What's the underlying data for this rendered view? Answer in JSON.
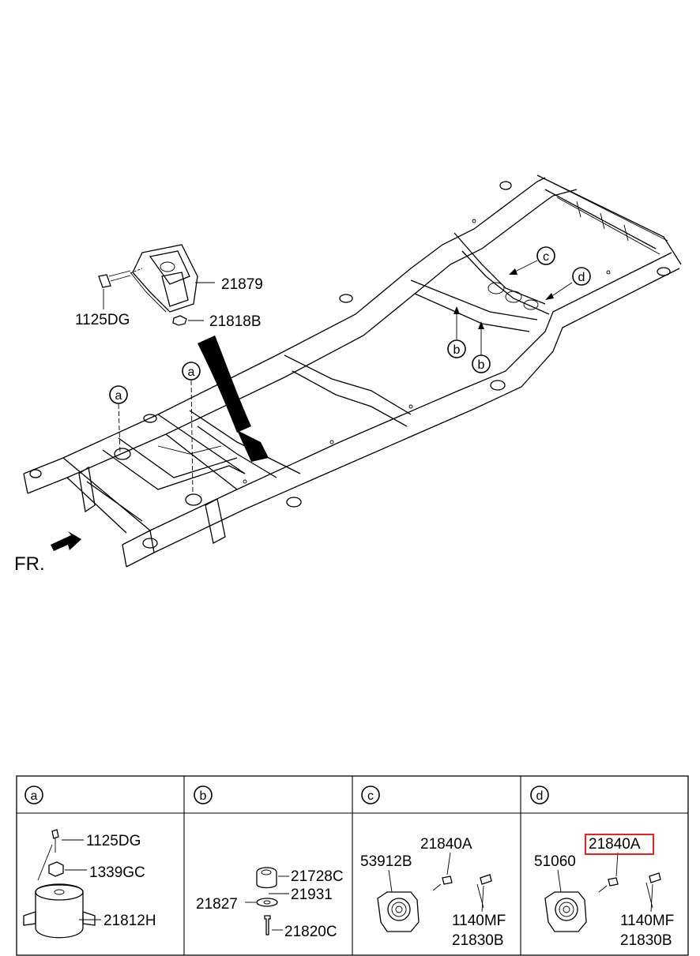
{
  "main_callouts": {
    "bracket_bolt": "1125DG",
    "bracket": "21879",
    "bracket_nut": "21818B",
    "front_arrow": "FR."
  },
  "circle_refs": {
    "a": "a",
    "b": "b",
    "c": "c",
    "d": "d"
  },
  "table": {
    "headers": [
      "a",
      "b",
      "c",
      "d"
    ],
    "cell_a": {
      "bolt": "1125DG",
      "nut": "1339GC",
      "mount": "21812H"
    },
    "cell_b": {
      "cap": "21728C",
      "washer": "21931",
      "insulator": "21827",
      "bolt": "21820C"
    },
    "cell_c": {
      "part_left": "53912B",
      "part_top": "21840A",
      "bolt": "1140MF",
      "part_bottom": "21830B"
    },
    "cell_d": {
      "part_left": "51060",
      "part_top": "21840A",
      "bolt": "1140MF",
      "part_bottom": "21830B"
    }
  },
  "highlight_color": "#e8231f"
}
